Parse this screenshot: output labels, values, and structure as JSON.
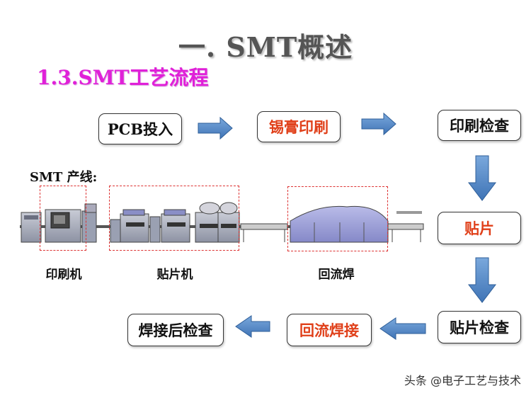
{
  "slide": {
    "title": "一.  SMT概述",
    "subtitle": "1.3.SMT工艺流程",
    "line_label": "SMT 产线:",
    "watermark": "头条 @电子工艺与技术"
  },
  "flow": {
    "step1": "PCB投入",
    "step2": "锡膏印刷",
    "step3": "印刷检查",
    "step4": "贴片",
    "step5": "贴片检查",
    "step6": "回流焊接",
    "step7": "焊接后检查"
  },
  "equipment": {
    "printer": "印刷机",
    "mounter": "贴片机",
    "reflow": "回流焊"
  },
  "colors": {
    "arrow": "#4f86c6",
    "highlight_text": "#e0401a",
    "subtitle": "#e020d8"
  }
}
